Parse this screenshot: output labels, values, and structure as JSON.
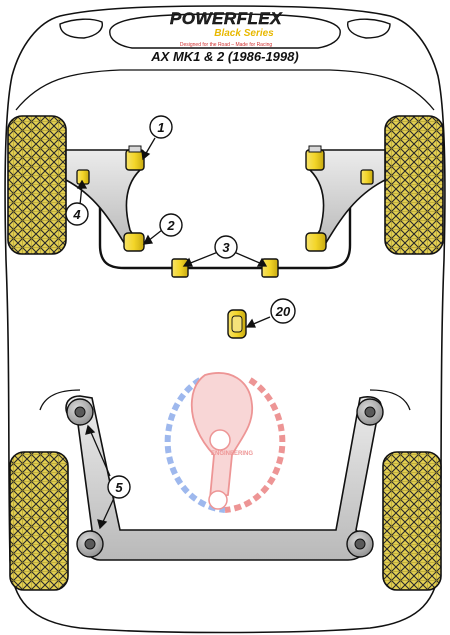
{
  "header": {
    "brand": "POWERFLEX",
    "series": "Black Series",
    "tagline": "Designed for the Road – Made for Racing",
    "title": "AX MK1 & 2 (1986-1998)"
  },
  "callouts": {
    "c1": "1",
    "c2": "2",
    "c3": "3",
    "c4": "4",
    "c5": "5",
    "c20": "20"
  },
  "watermark": {
    "text": "ENGINEERING"
  },
  "colors": {
    "bush": "#f2d52a",
    "arm": "#cfcfcf",
    "tyre": "#d4c04a",
    "outline": "#111111",
    "watermark_red": "#e04040",
    "watermark_blue": "#4f7fe0"
  }
}
